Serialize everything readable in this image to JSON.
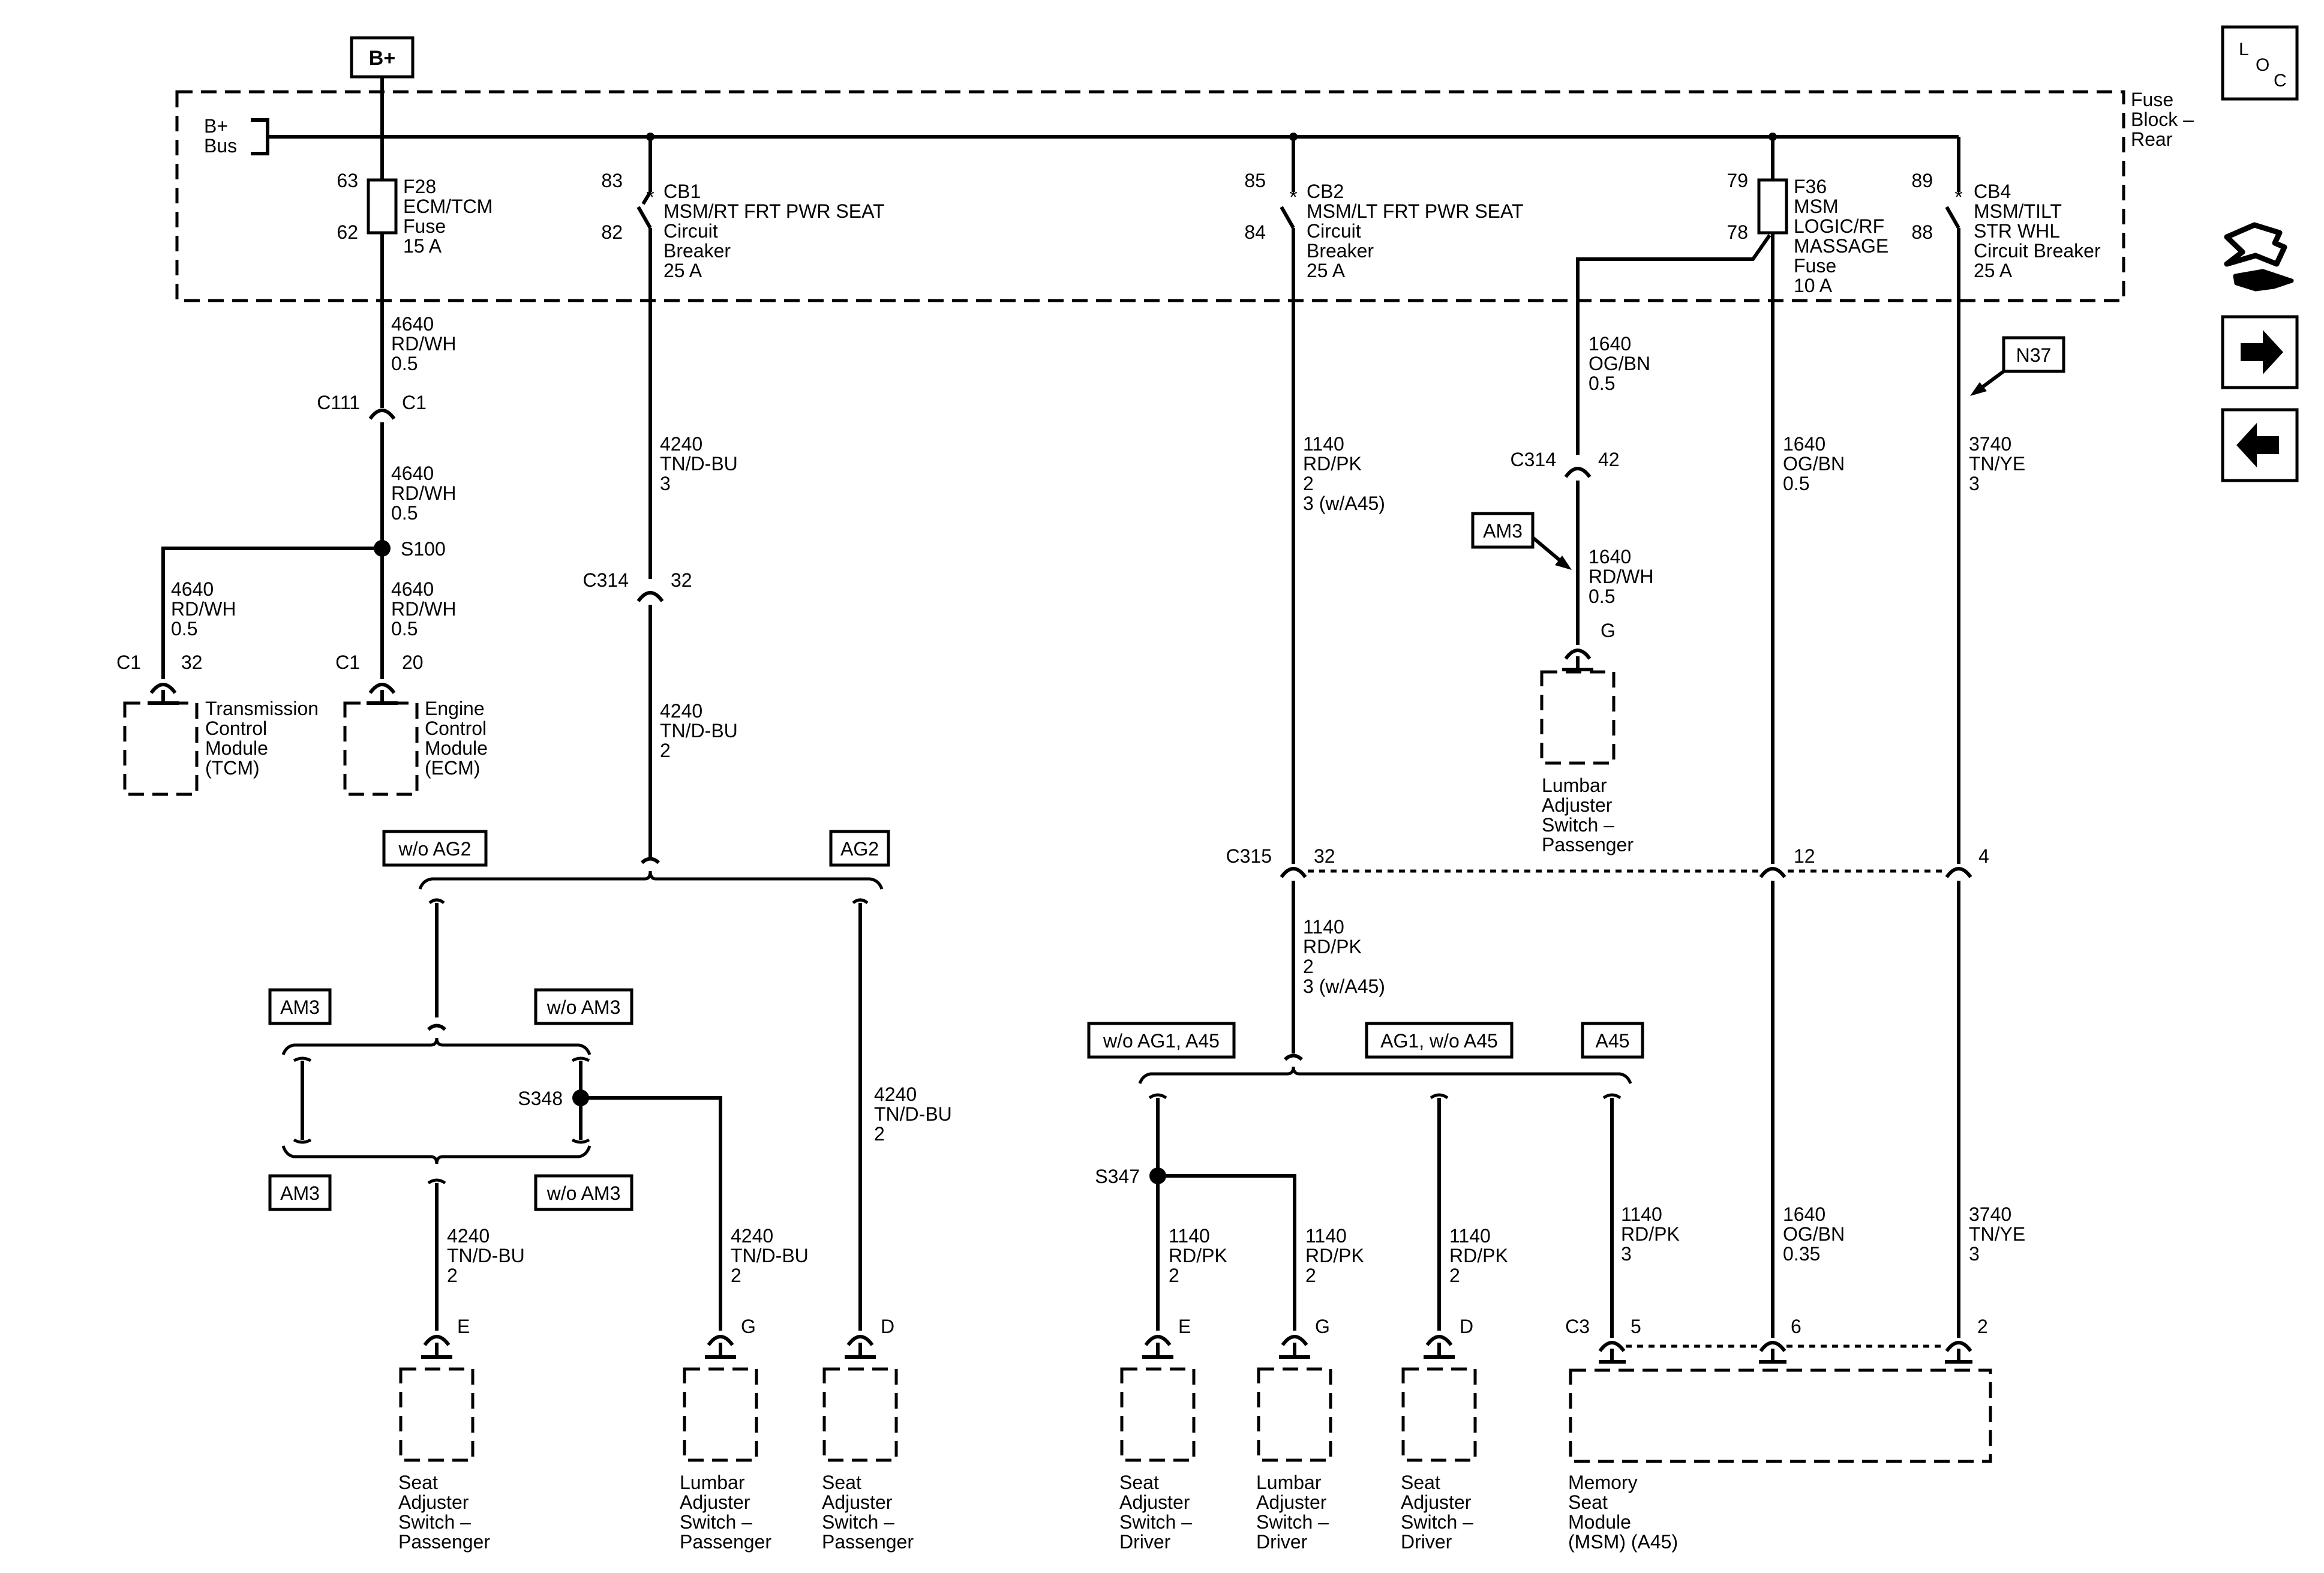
{
  "nav": {
    "loc_letters": [
      "L",
      "O",
      "C"
    ],
    "icons": [
      "connector-icon",
      "arrow-right-icon",
      "arrow-left-icon"
    ]
  },
  "fuse_block": {
    "lines": [
      "Fuse",
      "Block –",
      "Rear"
    ]
  },
  "battery": {
    "label": "B+"
  },
  "bus": {
    "lines": [
      "B+",
      "Bus"
    ]
  },
  "fuses": [
    {
      "pin_top": "63",
      "pin_bottom": "62",
      "lines": [
        "F28",
        "ECM/TCM",
        "Fuse",
        "15 A"
      ]
    },
    {
      "pin_top": "83",
      "pin_bottom": "82",
      "lines": [
        "CB1",
        "MSM/RT FRT PWR SEAT",
        "Circuit",
        "Breaker",
        "25 A"
      ]
    },
    {
      "pin_top": "85",
      "pin_bottom": "84",
      "lines": [
        "CB2",
        "MSM/LT FRT PWR SEAT",
        "Circuit",
        "Breaker",
        "25 A"
      ]
    },
    {
      "pin_top": "79",
      "pin_bottom": "78",
      "lines": [
        "F36",
        "MSM",
        "LOGIC/RF",
        "MASSAGE",
        "Fuse",
        "10 A"
      ]
    },
    {
      "pin_top": "89",
      "pin_bottom": "88",
      "lines": [
        "CB4",
        "MSM/TILT",
        "STR WHL",
        "Circuit Breaker",
        "25 A"
      ]
    }
  ],
  "wires": [
    {
      "lines": [
        "4640",
        "RD/WH",
        "0.5"
      ]
    },
    {
      "lines": [
        "4640",
        "RD/WH",
        "0.5"
      ]
    },
    {
      "lines": [
        "4640",
        "RD/WH",
        "0.5"
      ]
    },
    {
      "lines": [
        "4640",
        "RD/WH",
        "0.5"
      ]
    },
    {
      "lines": [
        "4240",
        "TN/D-BU",
        "3"
      ]
    },
    {
      "lines": [
        "4240",
        "TN/D-BU",
        "2"
      ]
    },
    {
      "lines": [
        "4240",
        "TN/D-BU",
        "2"
      ]
    },
    {
      "lines": [
        "4240",
        "TN/D-BU",
        "2"
      ]
    },
    {
      "lines": [
        "4240",
        "TN/D-BU",
        "2"
      ]
    },
    {
      "lines": [
        "1140",
        "RD/PK",
        "2",
        "3 (w/A45)"
      ]
    },
    {
      "lines": [
        "1140",
        "RD/PK",
        "2",
        "3 (w/A45)"
      ]
    },
    {
      "lines": [
        "1140",
        "RD/PK",
        "2"
      ]
    },
    {
      "lines": [
        "1140",
        "RD/PK",
        "2"
      ]
    },
    {
      "lines": [
        "1140",
        "RD/PK",
        "2"
      ]
    },
    {
      "lines": [
        "1140",
        "RD/PK",
        "3"
      ]
    },
    {
      "lines": [
        "1640",
        "OG/BN",
        "0.5"
      ]
    },
    {
      "lines": [
        "1640",
        "RD/WH",
        "0.5"
      ]
    },
    {
      "lines": [
        "1640",
        "OG/BN",
        "0.5"
      ]
    },
    {
      "lines": [
        "1640",
        "OG/BN",
        "0.35"
      ]
    },
    {
      "lines": [
        "3740",
        "TN/YE",
        "3"
      ]
    },
    {
      "lines": [
        "3740",
        "TN/YE",
        "3"
      ]
    }
  ],
  "connector_labels": [
    "C111",
    "C1",
    "C314",
    "32",
    "C314",
    "42",
    "G",
    "C315",
    "32",
    "12",
    "4",
    "C1",
    "32",
    "C1",
    "20",
    "E",
    "G",
    "D",
    "E",
    "G",
    "D",
    "C3",
    "5",
    "6",
    "2"
  ],
  "splices": [
    "S100",
    "S348",
    "S347"
  ],
  "options": [
    "w/o AG2",
    "AG2",
    "AM3",
    "w/o AM3",
    "AM3",
    "w/o AM3",
    "w/o AG1, A45",
    "AG1, w/o A45",
    "A45",
    "AM3",
    "N37"
  ],
  "components": [
    {
      "lines": [
        "Transmission",
        "Control",
        "Module",
        "(TCM)"
      ]
    },
    {
      "lines": [
        "Engine",
        "Control",
        "Module",
        "(ECM)"
      ]
    },
    {
      "lines": [
        "Lumbar",
        "Adjuster",
        "Switch –",
        "Passenger"
      ]
    },
    {
      "lines": [
        "Seat",
        "Adjuster",
        "Switch –",
        "Passenger"
      ]
    },
    {
      "lines": [
        "Lumbar",
        "Adjuster",
        "Switch –",
        "Passenger"
      ]
    },
    {
      "lines": [
        "Seat",
        "Adjuster",
        "Switch –",
        "Passenger"
      ]
    },
    {
      "lines": [
        "Seat",
        "Adjuster",
        "Switch –",
        "Driver"
      ]
    },
    {
      "lines": [
        "Lumbar",
        "Adjuster",
        "Switch –",
        "Driver"
      ]
    },
    {
      "lines": [
        "Seat",
        "Adjuster",
        "Switch –",
        "Driver"
      ]
    },
    {
      "lines": [
        "Memory",
        "Seat",
        "Module",
        "(MSM) (A45)"
      ]
    }
  ]
}
